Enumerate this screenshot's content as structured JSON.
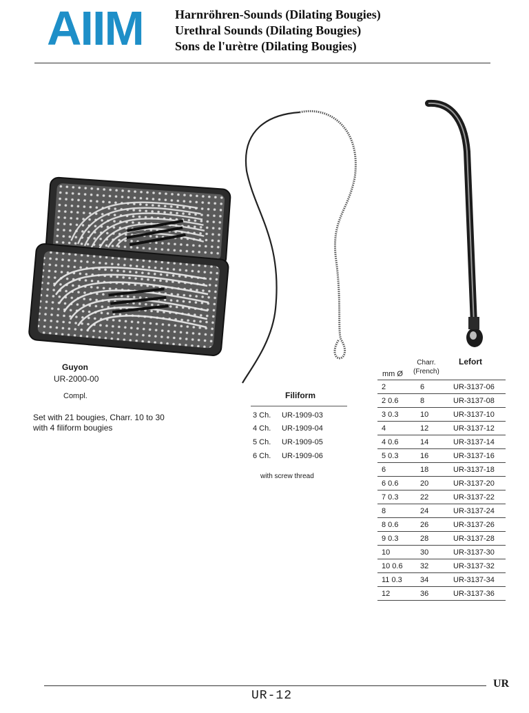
{
  "header": {
    "logo": "AIIM",
    "titles": [
      "Harnröhren-Sounds (Dilating Bougies)",
      "Urethral Sounds (Dilating Bougies)",
      "Sons de l'urètre (Dilating Bougies)"
    ],
    "brand_color": "#1e8fc8"
  },
  "guyon": {
    "name": "Guyon",
    "code": "UR-2000-00",
    "note": "Compl.",
    "desc": [
      "Set with 21 bougies, Charr. 10 to 30",
      "with 4 filiform bougies"
    ]
  },
  "filiform": {
    "title": "Filiform",
    "rows": [
      {
        "size": "3 Ch.",
        "code": "UR-1909-03"
      },
      {
        "size": "4 Ch.",
        "code": "UR-1909-04"
      },
      {
        "size": "5 Ch.",
        "code": "UR-1909-05"
      },
      {
        "size": "6 Ch.",
        "code": "UR-1909-06"
      }
    ],
    "note": "with screw thread"
  },
  "lefort": {
    "title": "Lefort",
    "head_mm": "mm Ø",
    "head_charr": [
      "Charr.",
      "(French)"
    ],
    "rows": [
      {
        "mm": "2",
        "ch": "6",
        "code": "UR-3137-06"
      },
      {
        "mm": "2 0.6",
        "ch": "8",
        "code": "UR-3137-08"
      },
      {
        "mm": "3 0.3",
        "ch": "10",
        "code": "UR-3137-10"
      },
      {
        "mm": "4",
        "ch": "12",
        "code": "UR-3137-12"
      },
      {
        "mm": "4 0.6",
        "ch": "14",
        "code": "UR-3137-14"
      },
      {
        "mm": "5 0.3",
        "ch": "16",
        "code": "UR-3137-16"
      },
      {
        "mm": "6",
        "ch": "18",
        "code": "UR-3137-18"
      },
      {
        "mm": "6 0.6",
        "ch": "20",
        "code": "UR-3137-20"
      },
      {
        "mm": "7 0.3",
        "ch": "22",
        "code": "UR-3137-22"
      },
      {
        "mm": "8",
        "ch": "24",
        "code": "UR-3137-24"
      },
      {
        "mm": "8 0.6",
        "ch": "26",
        "code": "UR-3137-26"
      },
      {
        "mm": "9 0.3",
        "ch": "28",
        "code": "UR-3137-28"
      },
      {
        "mm": "10",
        "ch": "30",
        "code": "UR-3137-30"
      },
      {
        "mm": "10 0.6",
        "ch": "32",
        "code": "UR-3137-32"
      },
      {
        "mm": "11 0.3",
        "ch": "34",
        "code": "UR-3137-34"
      },
      {
        "mm": "12",
        "ch": "36",
        "code": "UR-3137-36"
      }
    ]
  },
  "footer": {
    "section": "UR",
    "page": "UR-12"
  }
}
